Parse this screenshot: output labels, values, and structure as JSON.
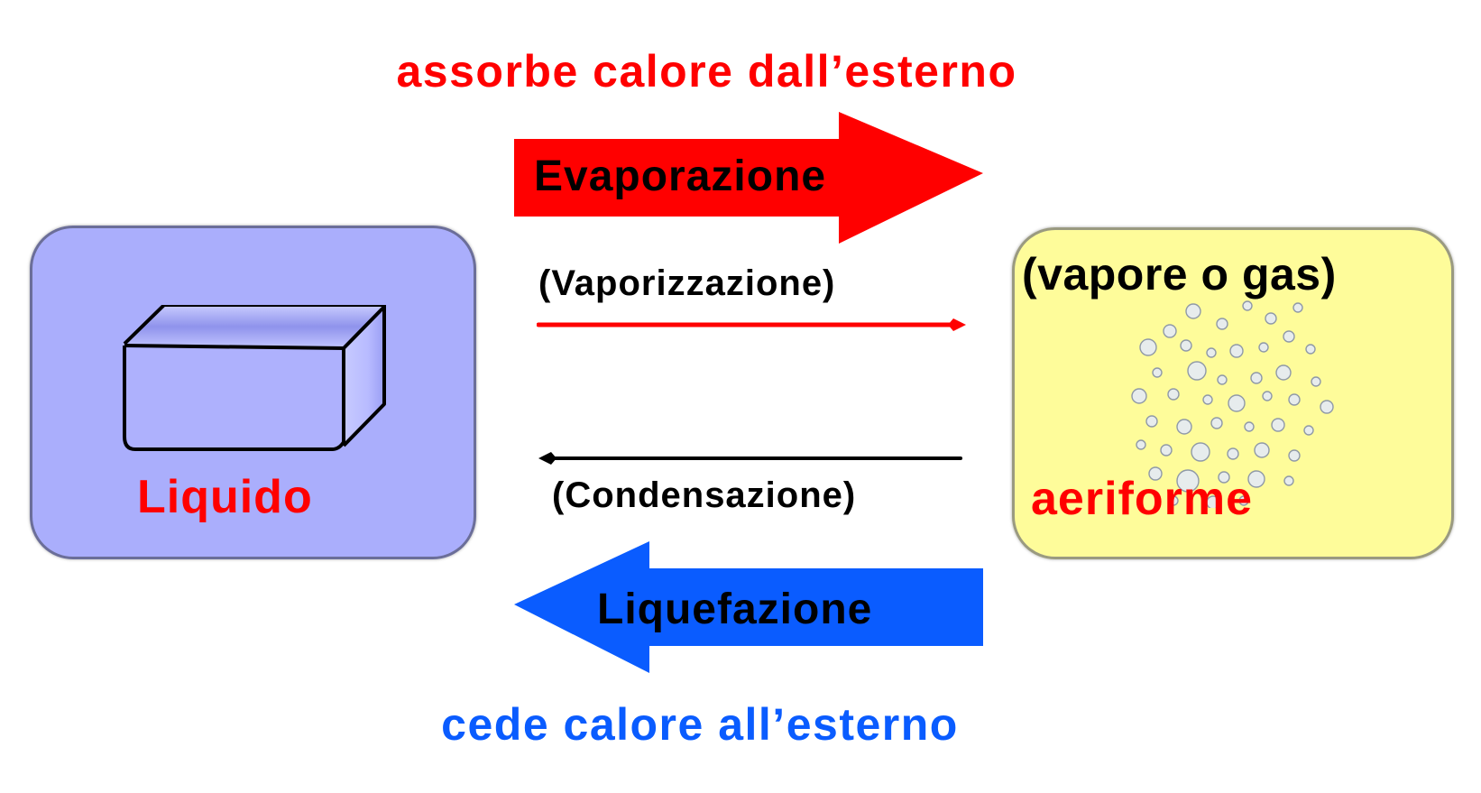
{
  "diagram": {
    "title_top": "assorbe calore dall’esterno",
    "title_bottom": "cede calore all’esterno",
    "colors": {
      "absorb": "#ff0000",
      "release": "#0a5cff",
      "liquid_box": "#aaaefc",
      "gas_box": "#fefc9a"
    },
    "forward_arrow": {
      "label": "Evaporazione",
      "direction": "right",
      "color": "#ff0000"
    },
    "backward_arrow": {
      "label": "Liquefazione",
      "direction": "left",
      "color": "#0a5cff"
    },
    "forward_line": {
      "label": "(Vaporizzazione)",
      "direction": "right",
      "color": "#ff0000"
    },
    "backward_line": {
      "label": "(Condensazione)",
      "direction": "left",
      "color": "#000000"
    },
    "states": [
      {
        "name": "Liquido",
        "icon": "container-box-icon",
        "label_color": "#ff0000"
      },
      {
        "name": "aeriforme",
        "subtitle": "(vapore o gas)",
        "icon": "water-droplets-icon",
        "label_color": "#ff0000"
      }
    ]
  }
}
